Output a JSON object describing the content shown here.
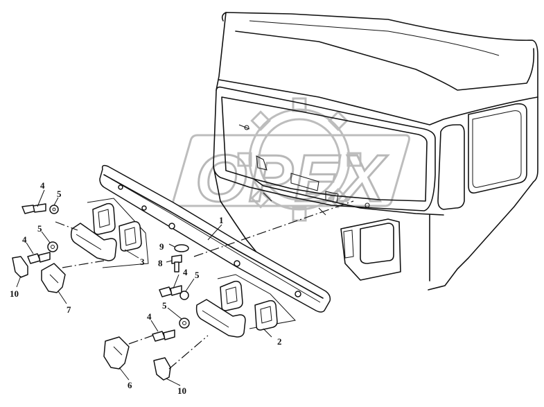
{
  "watermark": {
    "brand": "OPEX"
  },
  "callouts": {
    "c1": "1",
    "c2": "2",
    "c3": "3",
    "c4a": "4",
    "c4b": "4",
    "c4c": "4",
    "c4d": "4",
    "c5a": "5",
    "c5b": "5",
    "c5c": "5",
    "c5d": "5",
    "c6": "6",
    "c7": "7",
    "c8": "8",
    "c9": "9",
    "c10a": "10",
    "c10b": "10"
  }
}
